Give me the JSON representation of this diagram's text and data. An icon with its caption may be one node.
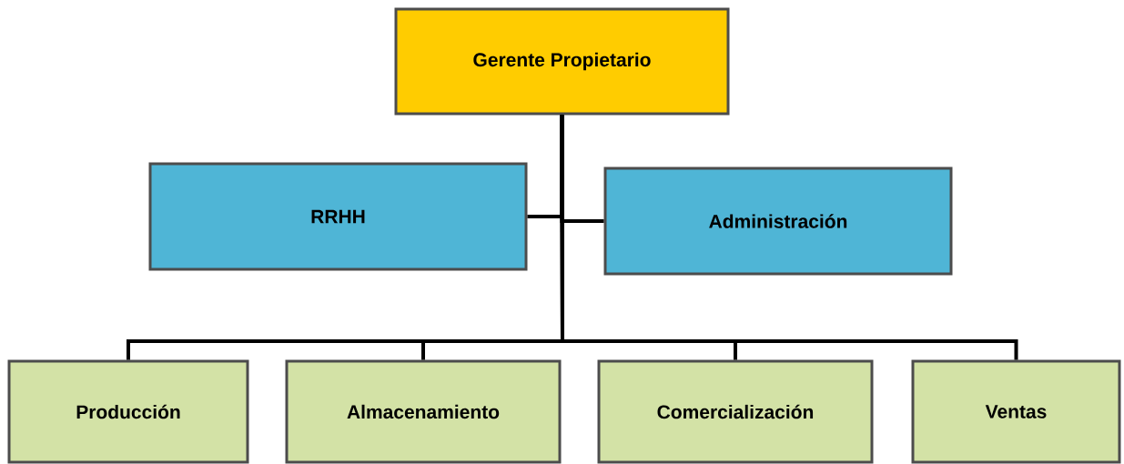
{
  "diagram": {
    "nodes": [
      {
        "text": [
          "Gerente Propietario"
        ]
      },
      {
        "text": [
          "RRHH"
        ]
      },
      {
        "text": [
          "Administración"
        ]
      },
      {
        "text": [
          "Producción"
        ]
      },
      {
        "text": [
          "Almacenamiento"
        ]
      },
      {
        "text": [
          "Comercialización"
        ]
      },
      {
        "text": [
          "Ventas"
        ]
      }
    ],
    "edges": [
      {
        "from": 0,
        "to": 1,
        "arrow": "none"
      },
      {
        "from": 0,
        "to": 2,
        "arrow": "none"
      },
      {
        "from": 0,
        "to": 3,
        "arrow": "none"
      },
      {
        "from": 0,
        "to": 4,
        "arrow": "none"
      },
      {
        "from": 0,
        "to": 5,
        "arrow": "none"
      },
      {
        "from": 0,
        "to": 6,
        "arrow": "none"
      }
    ]
  }
}
